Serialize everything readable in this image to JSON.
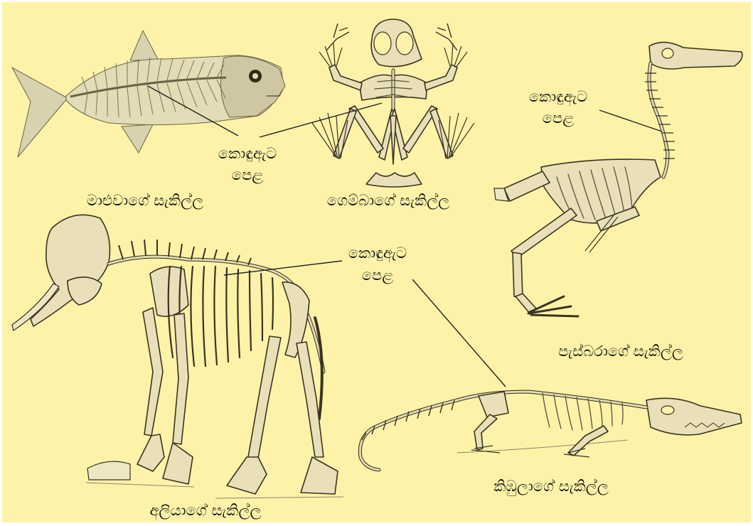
{
  "labels": {
    "fish_caption": "මාළුවාගේ සැකිල්ල",
    "frog_caption": "ගෙම්බාගේ සැකිල්ල",
    "bird_caption": "පැස්බරාගේ සැකිල්ල",
    "elephant_caption": "අලියාගේ  සැකිල්ල",
    "crocodile_caption": "කිඹුලාගේ සැකිල්ල",
    "spine_label_line1": "කොඳුඇට",
    "spine_label_line2": "පෙළ"
  },
  "colors": {
    "background": "#fcf3a8",
    "bone": "#e9e0b9",
    "outline": "#3a3320"
  }
}
